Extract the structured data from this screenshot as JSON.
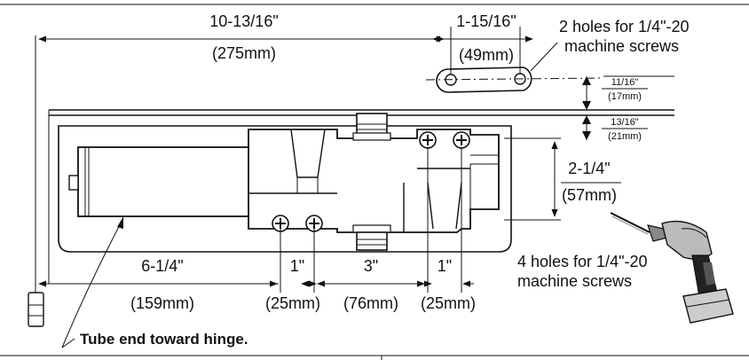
{
  "dimensions": {
    "overall_width_in": "10-13/16\"",
    "overall_width_mm": "(275mm)",
    "bracket_spacing_in": "1-15/16\"",
    "bracket_spacing_mm": "(49mm)",
    "bracket_offset_in": "11/16\"",
    "bracket_offset_mm": "(17mm)",
    "arm_offset_in": "13/16\"",
    "arm_offset_mm": "(21mm)",
    "body_height_in": "2-1/4\"",
    "body_height_mm": "(57mm)",
    "tube_to_hole_in": "6-1/4\"",
    "tube_to_hole_mm": "(159mm)",
    "hole_pair_left_in": "1\"",
    "hole_pair_left_mm": "(25mm)",
    "hole_gap_in": "3\"",
    "hole_gap_mm": "(76mm)",
    "hole_pair_right_in": "1\"",
    "hole_pair_right_mm": "(25mm)"
  },
  "notes": {
    "bracket_holes_line1": "2 holes for 1/4\"-20",
    "bracket_holes_line2": "machine screws",
    "body_holes_line1": "4 holes for 1/4\"-20",
    "body_holes_line2": "machine screws",
    "tube_end": "Tube end toward hinge."
  },
  "icons": {
    "drill": "power-drill-icon",
    "screw": "phillips-screw-icon"
  }
}
